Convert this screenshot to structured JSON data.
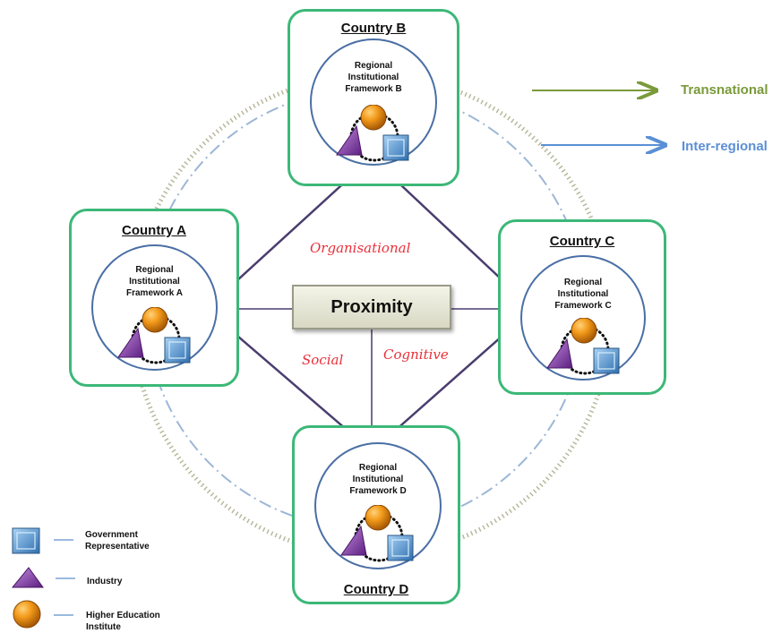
{
  "countries": [
    {
      "id": "B",
      "title": "Country B",
      "framework": [
        "Regional",
        "Institutional",
        "Framework B"
      ]
    },
    {
      "id": "A",
      "title": "Country A",
      "framework": [
        "Regional",
        "Institutional",
        "Framework A"
      ]
    },
    {
      "id": "C",
      "title": "Country C",
      "framework": [
        "Regional",
        "Institutional",
        "Framework C"
      ]
    },
    {
      "id": "D",
      "title": "Country D",
      "framework": [
        "Regional",
        "Institutional",
        "Framework D"
      ]
    }
  ],
  "center": {
    "label": "Proximity",
    "dimensions": {
      "organisational": "Organisational",
      "social": "Social",
      "cognitive": "Cognitive"
    }
  },
  "arrows": {
    "transnational": {
      "label": "Transnational",
      "color": "#7a9a3a"
    },
    "interregional": {
      "label": "Inter-regional",
      "color": "#5b8fd6"
    }
  },
  "legend": [
    {
      "icon": "square-icon",
      "label": [
        "Government",
        "Representative"
      ]
    },
    {
      "icon": "triangle-icon",
      "label": [
        "Industry"
      ]
    },
    {
      "icon": "sphere-icon",
      "label": [
        "Higher Education",
        "Institute"
      ]
    }
  ],
  "colors": {
    "country_border": "#3cb878",
    "region_circle": "#4a6fa5",
    "proximity_text": "#e8303a",
    "government": "#5b9bd5",
    "industry": "#8e44ad",
    "higher_education": "#e8900c"
  }
}
